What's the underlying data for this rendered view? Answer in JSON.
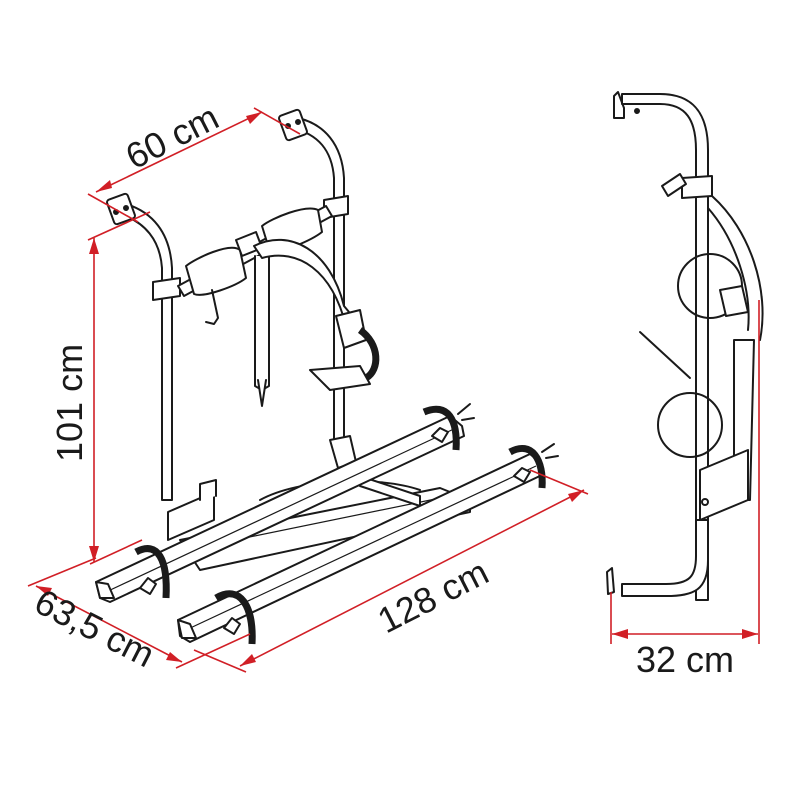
{
  "diagram": {
    "subject": "bike carrier rack",
    "colors": {
      "dimension_line": "#d11f26",
      "drawing_line": "#1a1a1a",
      "background": "#ffffff"
    },
    "dimensions": {
      "width_top": {
        "label": "60 cm",
        "value": 60,
        "unit": "cm"
      },
      "height": {
        "label": "101 cm",
        "value": 101,
        "unit": "cm"
      },
      "depth_front": {
        "label": "63,5 cm",
        "value": 63.5,
        "unit": "cm"
      },
      "length_rails": {
        "label": "128 cm",
        "value": 128,
        "unit": "cm"
      },
      "depth_side": {
        "label": "32 cm",
        "value": 32,
        "unit": "cm"
      }
    },
    "views": [
      "perspective view",
      "side view"
    ]
  }
}
